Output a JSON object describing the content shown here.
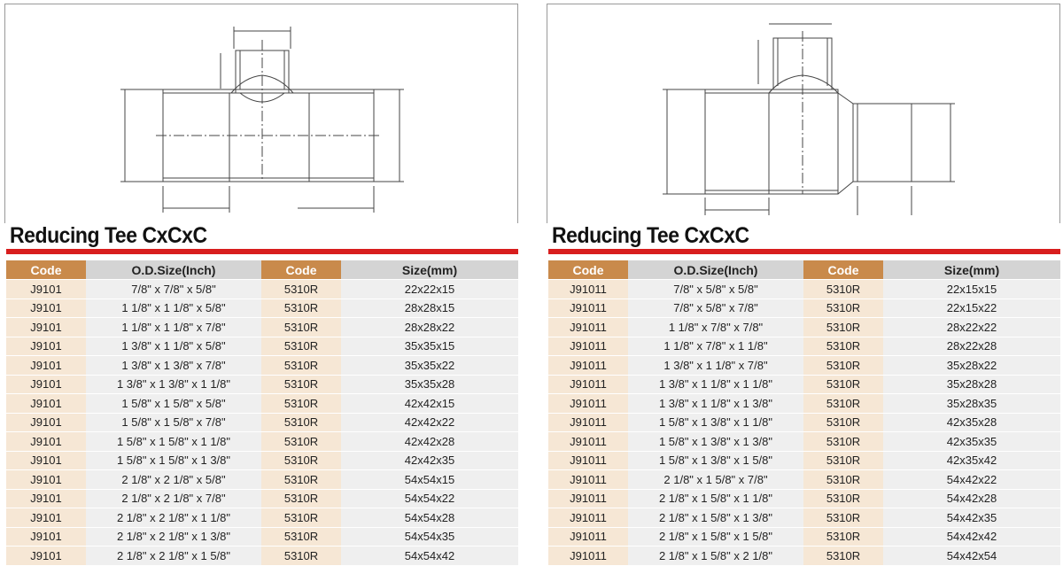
{
  "panels": [
    {
      "title": "Reducing Tee CxCxC",
      "headers": [
        "Code",
        "O.D.Size(Inch)",
        "Code",
        "Size(mm)"
      ],
      "rows": [
        [
          "J9101",
          "7/8\" x 7/8\" x 5/8\"",
          "5310R",
          "22x22x15"
        ],
        [
          "J9101",
          "1 1/8\" x 1 1/8\" x 5/8\"",
          "5310R",
          "28x28x15"
        ],
        [
          "J9101",
          "1 1/8\" x 1 1/8\" x 7/8\"",
          "5310R",
          "28x28x22"
        ],
        [
          "J9101",
          "1 3/8\" x 1 1/8\" x 5/8\"",
          "5310R",
          "35x35x15"
        ],
        [
          "J9101",
          "1 3/8\" x 1 3/8\" x 7/8\"",
          "5310R",
          "35x35x22"
        ],
        [
          "J9101",
          "1 3/8\" x 1 3/8\" x 1 1/8\"",
          "5310R",
          "35x35x28"
        ],
        [
          "J9101",
          "1 5/8\" x 1 5/8\" x 5/8\"",
          "5310R",
          "42x42x15"
        ],
        [
          "J9101",
          "1 5/8\" x 1 5/8\" x 7/8\"",
          "5310R",
          "42x42x22"
        ],
        [
          "J9101",
          "1 5/8\" x 1 5/8\" x 1 1/8\"",
          "5310R",
          "42x42x28"
        ],
        [
          "J9101",
          "1 5/8\" x 1 5/8\" x 1 3/8\"",
          "5310R",
          "42x42x35"
        ],
        [
          "J9101",
          "2 1/8\" x 2 1/8\" x 5/8\"",
          "5310R",
          "54x54x15"
        ],
        [
          "J9101",
          "2 1/8\" x 2 1/8\" x 7/8\"",
          "5310R",
          "54x54x22"
        ],
        [
          "J9101",
          "2 1/8\" x 2 1/8\" x 1 1/8\"",
          "5310R",
          "54x54x28"
        ],
        [
          "J9101",
          "2 1/8\" x 2 1/8\" x 1 3/8\"",
          "5310R",
          "54x54x35"
        ],
        [
          "J9101",
          "2 1/8\" x 2 1/8\" x 1 5/8\"",
          "5310R",
          "54x54x42"
        ]
      ]
    },
    {
      "title": "Reducing Tee CxCxC",
      "headers": [
        "Code",
        "O.D.Size(Inch)",
        "Code",
        "Size(mm)"
      ],
      "rows": [
        [
          "J91011",
          "7/8\" x 5/8\" x 5/8\"",
          "5310R",
          "22x15x15"
        ],
        [
          "J91011",
          "7/8\" x 5/8\" x 7/8\"",
          "5310R",
          "22x15x22"
        ],
        [
          "J91011",
          "1 1/8\" x 7/8\" x 7/8\"",
          "5310R",
          "28x22x22"
        ],
        [
          "J91011",
          "1 1/8\" x 7/8\" x 1 1/8\"",
          "5310R",
          "28x22x28"
        ],
        [
          "J91011",
          "1 3/8\" x 1 1/8\" x 7/8\"",
          "5310R",
          "35x28x22"
        ],
        [
          "J91011",
          "1 3/8\" x 1 1/8\" x 1 1/8\"",
          "5310R",
          "35x28x28"
        ],
        [
          "J91011",
          "1 3/8\" x 1 1/8\" x 1 3/8\"",
          "5310R",
          "35x28x35"
        ],
        [
          "J91011",
          "1 5/8\" x 1 3/8\" x 1 1/8\"",
          "5310R",
          "42x35x28"
        ],
        [
          "J91011",
          "1 5/8\" x 1 3/8\" x 1 3/8\"",
          "5310R",
          "42x35x35"
        ],
        [
          "J91011",
          "1 5/8\" x 1 3/8\" x 1 5/8\"",
          "5310R",
          "42x35x42"
        ],
        [
          "J91011",
          "2 1/8\" x 1 5/8\" x 7/8\"",
          "5310R",
          "54x42x22"
        ],
        [
          "J91011",
          "2 1/8\" x 1 5/8\" x 1 1/8\"",
          "5310R",
          "54x42x28"
        ],
        [
          "J91011",
          "2 1/8\" x 1 5/8\" x 1 3/8\"",
          "5310R",
          "54x42x35"
        ],
        [
          "J91011",
          "2 1/8\" x 1 5/8\" x 1 5/8\"",
          "5310R",
          "54x42x42"
        ],
        [
          "J91011",
          "2 1/8\" x 1 5/8\" x 2 1/8\"",
          "5310R",
          "54x42x54"
        ]
      ]
    }
  ],
  "colors": {
    "accent_red": "#d81e1e",
    "code_header": "#c98a4b",
    "code_cell": "#f6e7d5",
    "other_header": "#d4d4d4",
    "other_cell": "#efefef"
  }
}
